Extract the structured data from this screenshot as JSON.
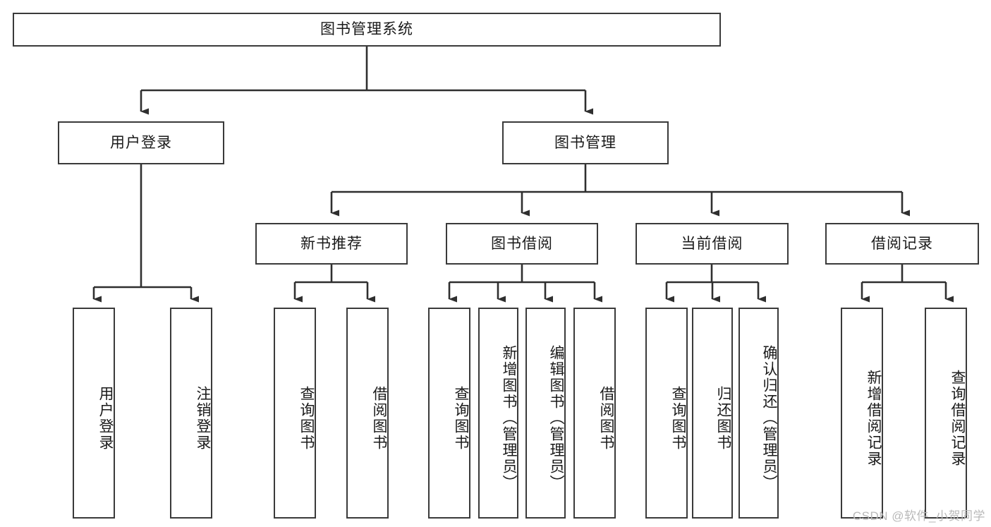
{
  "diagram": {
    "title": "图书管理系统",
    "type": "tree-hierarchy-chart",
    "stroke_color": "#3a3a3a",
    "background_color": "#ffffff",
    "text_color": "#1a1a1a",
    "root": {
      "label": "图书管理系统"
    },
    "level2": [
      {
        "label": "用户登录"
      },
      {
        "label": "图书管理"
      }
    ],
    "level3": [
      {
        "label": "新书推荐"
      },
      {
        "label": "图书借阅"
      },
      {
        "label": "当前借阅"
      },
      {
        "label": "借阅记录"
      }
    ],
    "leaves": {
      "user_login": [
        {
          "label": "用户登录"
        },
        {
          "label": "注销登录"
        }
      ],
      "new_book_recommend": [
        {
          "label": "查询图书"
        },
        {
          "label": "借阅图书"
        }
      ],
      "book_borrow": [
        {
          "label": "查询图书"
        },
        {
          "label": "新增图书（管理员）"
        },
        {
          "label": "编辑图书（管理员）"
        },
        {
          "label": "借阅图书"
        }
      ],
      "current_borrow": [
        {
          "label": "查询图书"
        },
        {
          "label": "归还图书"
        },
        {
          "label": "确认归还（管理员）"
        }
      ],
      "borrow_record": [
        {
          "label": "新增借阅记录"
        },
        {
          "label": "查询借阅记录"
        }
      ]
    }
  },
  "watermark": {
    "text": "CSDN @软件_小贺同学"
  }
}
